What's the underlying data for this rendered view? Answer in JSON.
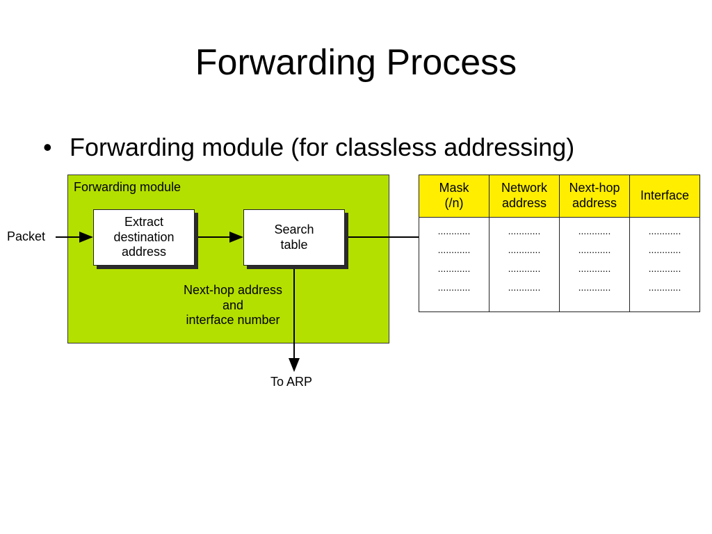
{
  "slide": {
    "title": "Forwarding Process",
    "bullet": "Forwarding module (for classless addressing)",
    "bullet_marker": "•"
  },
  "diagram": {
    "module_label": "Forwarding module",
    "input_label": "Packet",
    "extract_box": "Extract\ndestination\naddress",
    "search_box": "Search\ntable",
    "output_label": "Next-hop address\nand\ninterface number",
    "destination_label": "To ARP",
    "colors": {
      "module_fill": "#b4e000",
      "table_header_fill": "#ffee00",
      "box_shadow": "#2b2b2b"
    }
  },
  "routing_table": {
    "headers": [
      "Mask\n(/n)",
      "Network\naddress",
      "Next-hop\naddress",
      "Interface"
    ],
    "columns": [
      [
        "............",
        "............",
        "............",
        "............"
      ],
      [
        "............",
        "............",
        "............",
        "............"
      ],
      [
        "............",
        "............",
        "............",
        "............"
      ],
      [
        "............",
        "............",
        "............",
        "............"
      ]
    ]
  }
}
